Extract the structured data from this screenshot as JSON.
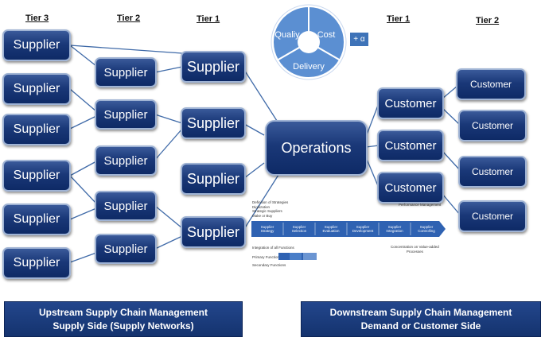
{
  "tiers": {
    "upstream_tier3": "Tier 3",
    "upstream_tier2": "Tier 2",
    "upstream_tier1": "Tier 1",
    "downstream_tier1": "Tier 1",
    "downstream_tier2": "Tier 2"
  },
  "nodes": {
    "supplier": "Supplier",
    "customer": "Customer",
    "operations": "Operations"
  },
  "triangle": {
    "quality": "Qualiy",
    "cost": "Cost",
    "delivery": "Delivery",
    "plus": "+ α"
  },
  "process": {
    "strategy_notes": [
      "Definition of Strategies",
      "Digitization",
      "Strategic Suppliers",
      "Make or Buy"
    ],
    "performance": "Performance Management",
    "steps": [
      [
        "Supplier",
        "Strategy"
      ],
      [
        "Supplier",
        "Selection"
      ],
      [
        "Supplier",
        "Evaluation"
      ],
      [
        "Supplier",
        "Development"
      ],
      [
        "Supplier",
        "Integration"
      ],
      [
        "Supplier",
        "Controlling"
      ]
    ],
    "integration": "Integration of all Functions",
    "concentration": [
      "Concentration on Value-added",
      "Processes"
    ],
    "primary": "Primary Functions",
    "secondary": "Secondary Functions"
  },
  "bands": {
    "upstream_line1": "Upstream Supply Chain Management",
    "upstream_line2": "Supply Side (Supply Networks)",
    "downstream_line1": "Downstream Supply Chain Management",
    "downstream_line2": "Demand or Customer Side"
  },
  "colors": {
    "box_fill": "#1a3878",
    "box_border": "#9fb3d4",
    "connector": "#3f6aa8",
    "triangle": "#5b8fd2",
    "band": "#1c3d80"
  }
}
